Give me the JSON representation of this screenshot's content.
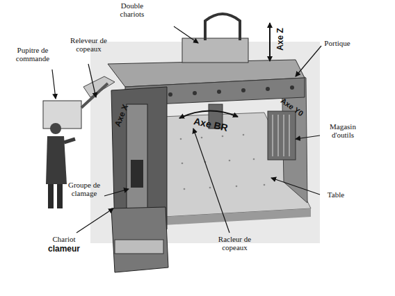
{
  "diagram": {
    "labels": [
      "Double chariots",
      "Releveur de copeaux",
      "Pupitre de commande",
      "Axe Z",
      "Portique",
      "Axe X",
      "Axe BR",
      "Axe Y0",
      "Magasin d'outils",
      "Table",
      "Groupe de clamage",
      "Chariot",
      "clameur",
      "Racleur de copeaux"
    ]
  }
}
